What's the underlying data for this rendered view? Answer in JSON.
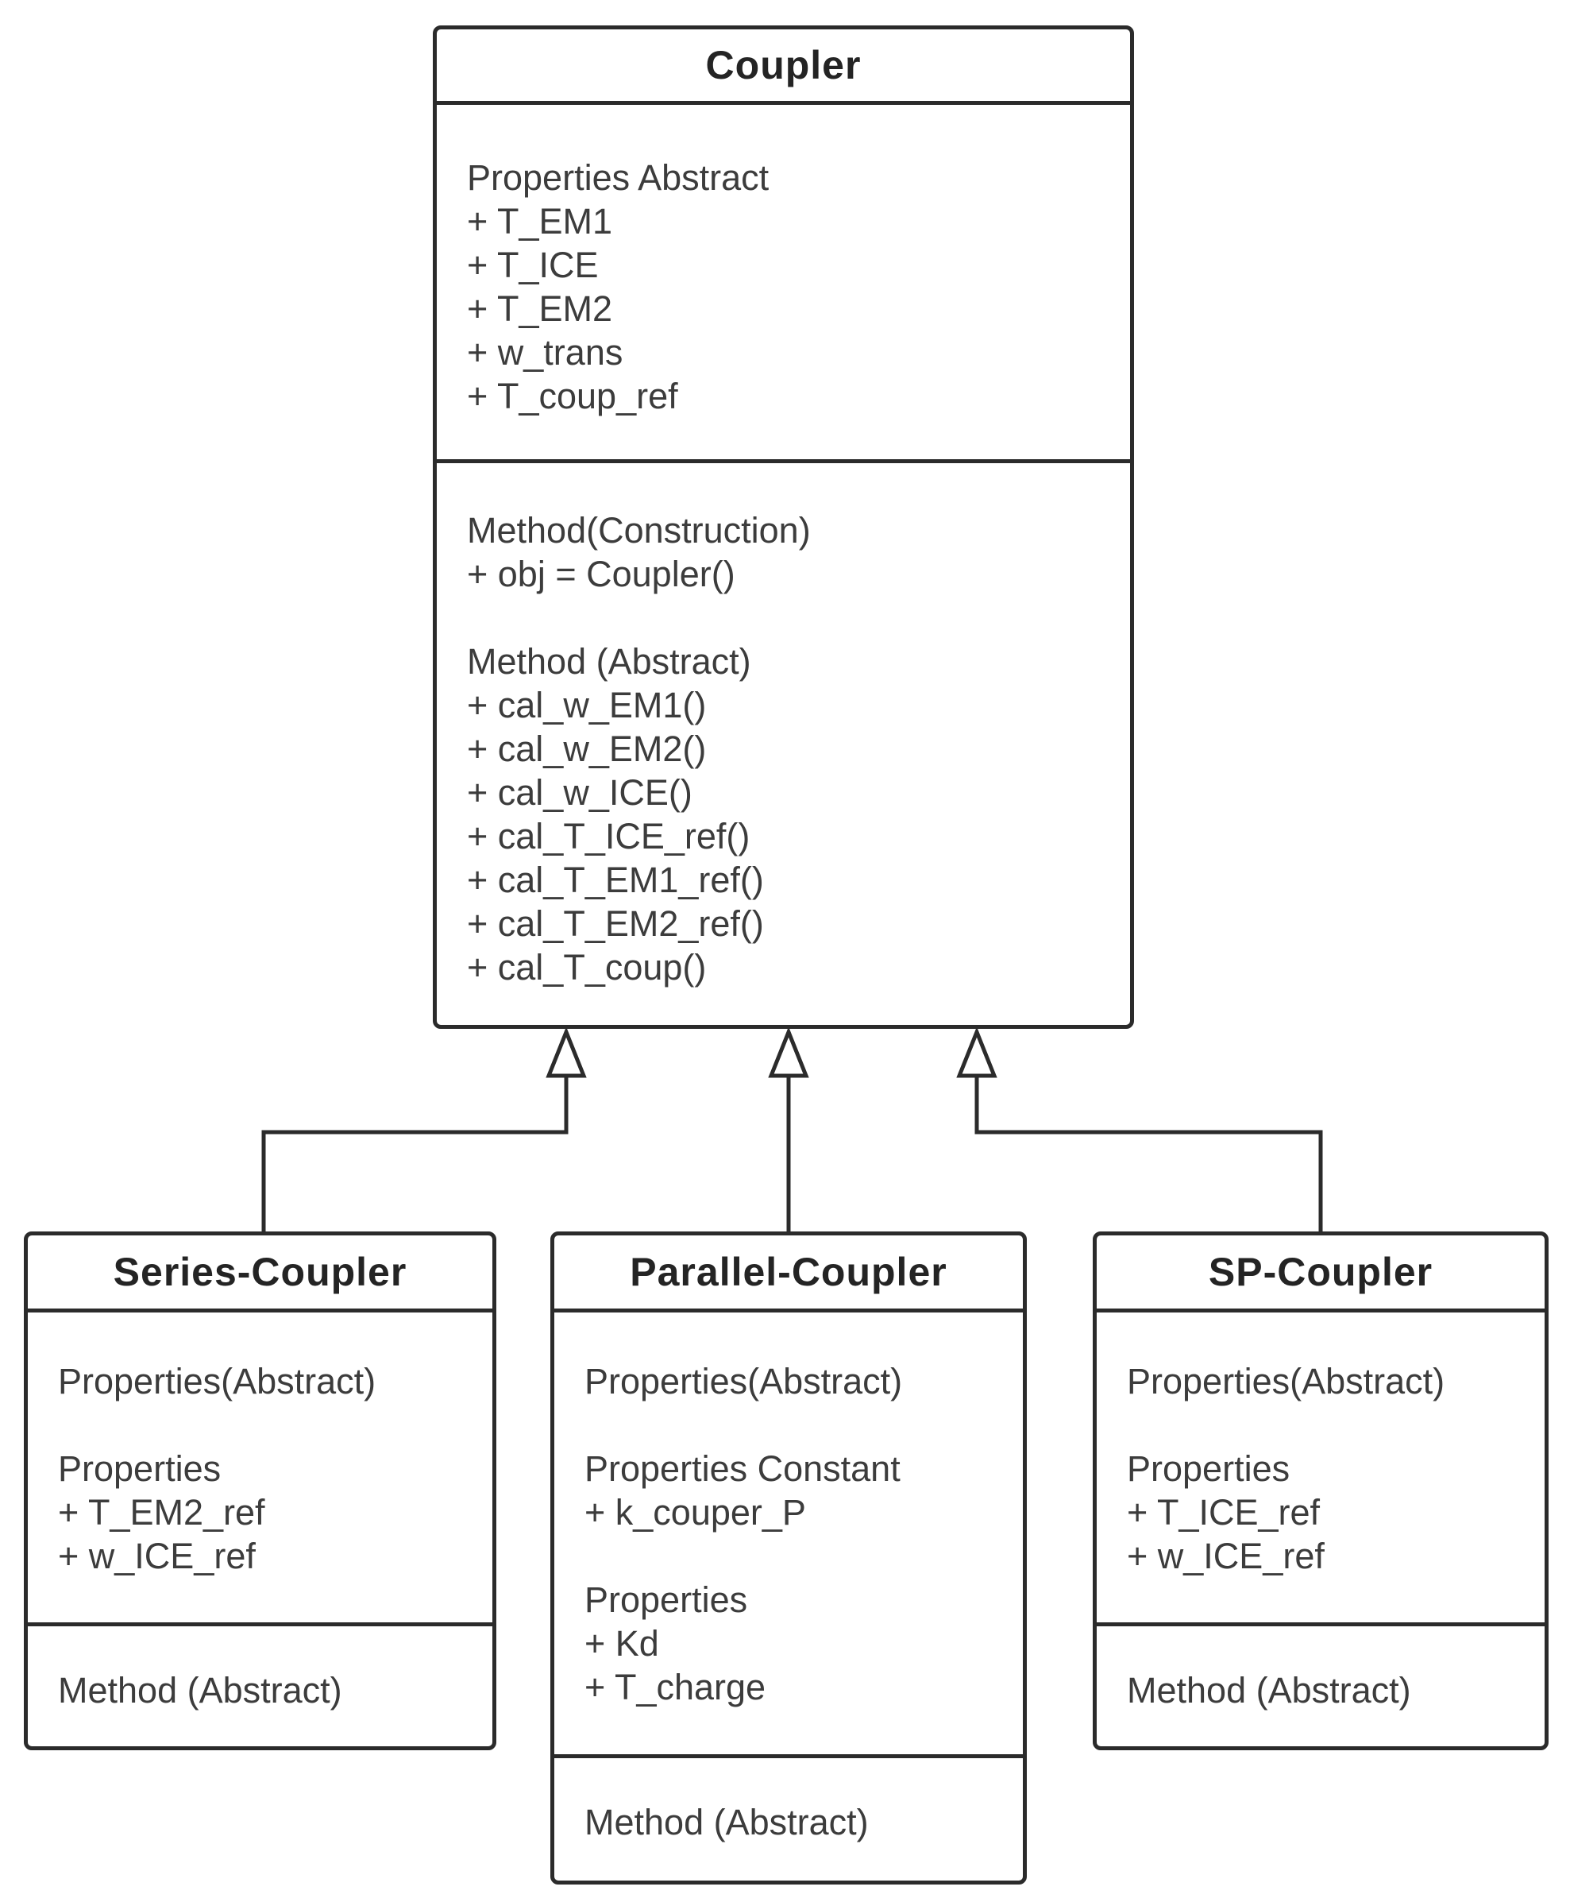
{
  "diagram": {
    "type": "uml-class-diagram",
    "background_color": "#ffffff",
    "line_color": "#2b2b2b",
    "text_color": "#3c3c3c",
    "title_color": "#242424"
  },
  "classes": {
    "coupler": {
      "title": "Coupler",
      "properties": [
        "Properties Abstract",
        "+ T_EM1",
        "+ T_ICE",
        "+ T_EM2",
        "+ w_trans",
        "+ T_coup_ref"
      ],
      "methods": [
        "Method(Construction)",
        "+ obj = Coupler()",
        "",
        "Method (Abstract)",
        "+ cal_w_EM1()",
        "+ cal_w_EM2()",
        "+ cal_w_ICE()",
        "+ cal_T_ICE_ref()",
        "+ cal_T_EM1_ref()",
        "+ cal_T_EM2_ref()",
        "+ cal_T_coup()"
      ]
    },
    "series": {
      "title": "Series-Coupler",
      "properties": [
        "Properties(Abstract)",
        "",
        "Properties",
        "+ T_EM2_ref",
        "+ w_ICE_ref"
      ],
      "methods": [
        "Method (Abstract)"
      ]
    },
    "parallel": {
      "title": "Parallel-Coupler",
      "properties": [
        "Properties(Abstract)",
        "",
        "Properties Constant",
        "+ k_couper_P",
        "",
        "Properties",
        "+ Kd",
        "+ T_charge"
      ],
      "methods": [
        "Method (Abstract)"
      ]
    },
    "sp": {
      "title": "SP-Coupler",
      "properties": [
        "Properties(Abstract)",
        "",
        "Properties",
        "+ T_ICE_ref",
        "+ w_ICE_ref"
      ],
      "methods": [
        "Method (Abstract)"
      ]
    }
  },
  "connectors": [
    {
      "from": "Series-Coupler",
      "to": "Coupler",
      "kind": "inheritance"
    },
    {
      "from": "Parallel-Coupler",
      "to": "Coupler",
      "kind": "inheritance"
    },
    {
      "from": "SP-Coupler",
      "to": "Coupler",
      "kind": "inheritance"
    }
  ]
}
